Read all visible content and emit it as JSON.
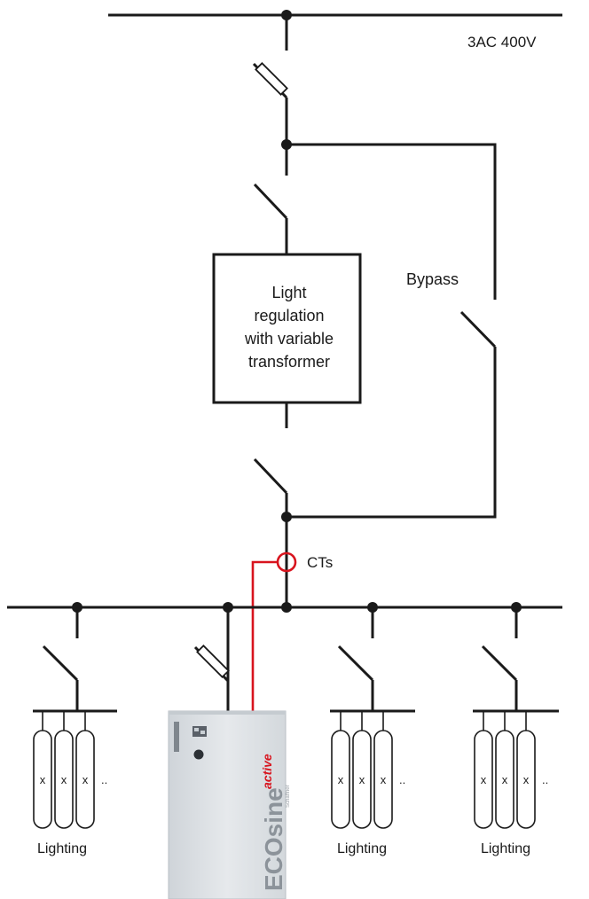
{
  "supply": {
    "label": "3AC 400V"
  },
  "regulator": {
    "lines": [
      "Light",
      "regulation",
      "with variable",
      "transformer"
    ]
  },
  "bypass": {
    "label": "Bypass"
  },
  "ct": {
    "label": "CTs"
  },
  "lighting_groups": [
    {
      "label": "Lighting",
      "lamp_marks": [
        "x",
        "x",
        "x"
      ],
      "more": ".."
    },
    {
      "label": "Lighting",
      "lamp_marks": [
        "x",
        "x",
        "x"
      ],
      "more": ".."
    },
    {
      "label": "Lighting",
      "lamp_marks": [
        "x",
        "x",
        "x"
      ],
      "more": ".."
    }
  ],
  "device": {
    "brand_main": "ECOsine",
    "brand_suffix": "active",
    "brand_small": "Schaffner"
  },
  "colors": {
    "wire": "#1a1a1a",
    "signal": "#d8141e",
    "cabinet": "#dfe3e7"
  }
}
